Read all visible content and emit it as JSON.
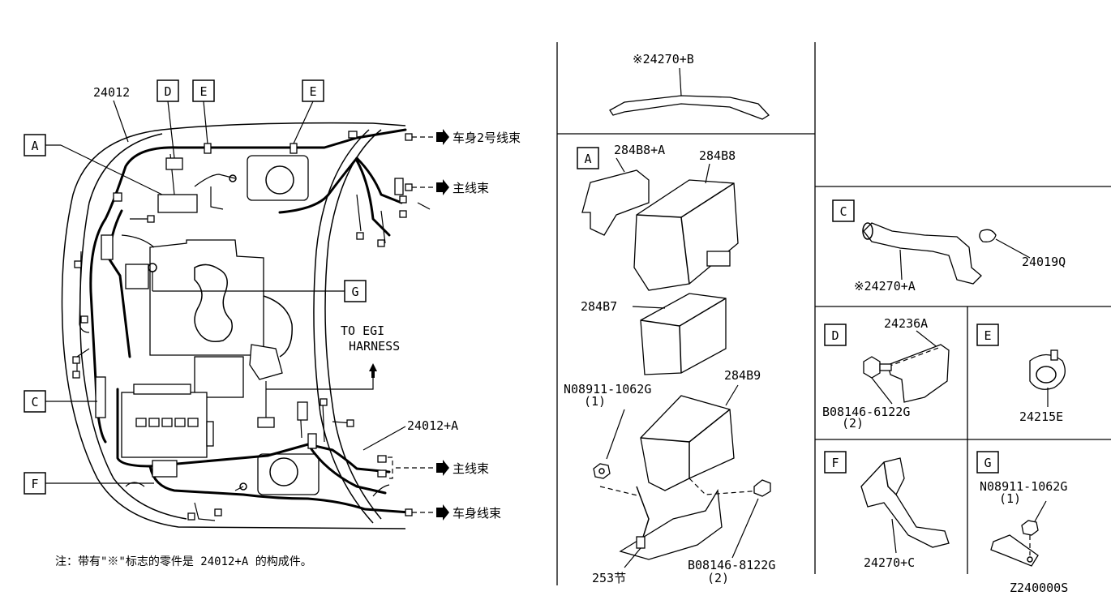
{
  "diagram_id": "Z240000S",
  "left_panel": {
    "part_main": "24012",
    "part_sub": "24012+A",
    "callouts": {
      "A": "A",
      "C": "C",
      "D": "D",
      "E1": "E",
      "E2": "E",
      "F": "F",
      "G": "G"
    },
    "connections": {
      "body_harness_2": "车身2号线束",
      "main_harness_top": "主线束",
      "main_harness_bottom": "主线束",
      "body_harness": "车身线束"
    },
    "to_egi_line1": "TO EGI",
    "to_egi_line2": "HARNESS",
    "note": "注：带有\"※\"标志的零件是 24012+A 的构成件。"
  },
  "panel_top": {
    "part": "※24270+B"
  },
  "panel_A": {
    "letter": "A",
    "parts": {
      "cover_a": "284B8+A",
      "cover": "284B8",
      "box": "284B7",
      "bracket": "284B9",
      "nut": "N08911-1062G",
      "nut_qty": "(1)",
      "bolt": "B08146-8122G",
      "bolt_qty": "(2)",
      "clip": "253节"
    }
  },
  "panel_C": {
    "letter": "C",
    "clip": "24019Q",
    "protector": "※24270+A"
  },
  "panel_D": {
    "letter": "D",
    "bracket": "24236A",
    "bolt": "B08146-6122G",
    "bolt_qty": "(2)"
  },
  "panel_E": {
    "letter": "E",
    "clip": "24215E"
  },
  "panel_F": {
    "letter": "F",
    "protector": "24270+C"
  },
  "panel_G": {
    "letter": "G",
    "nut": "N08911-1062G",
    "nut_qty": "(1)"
  }
}
